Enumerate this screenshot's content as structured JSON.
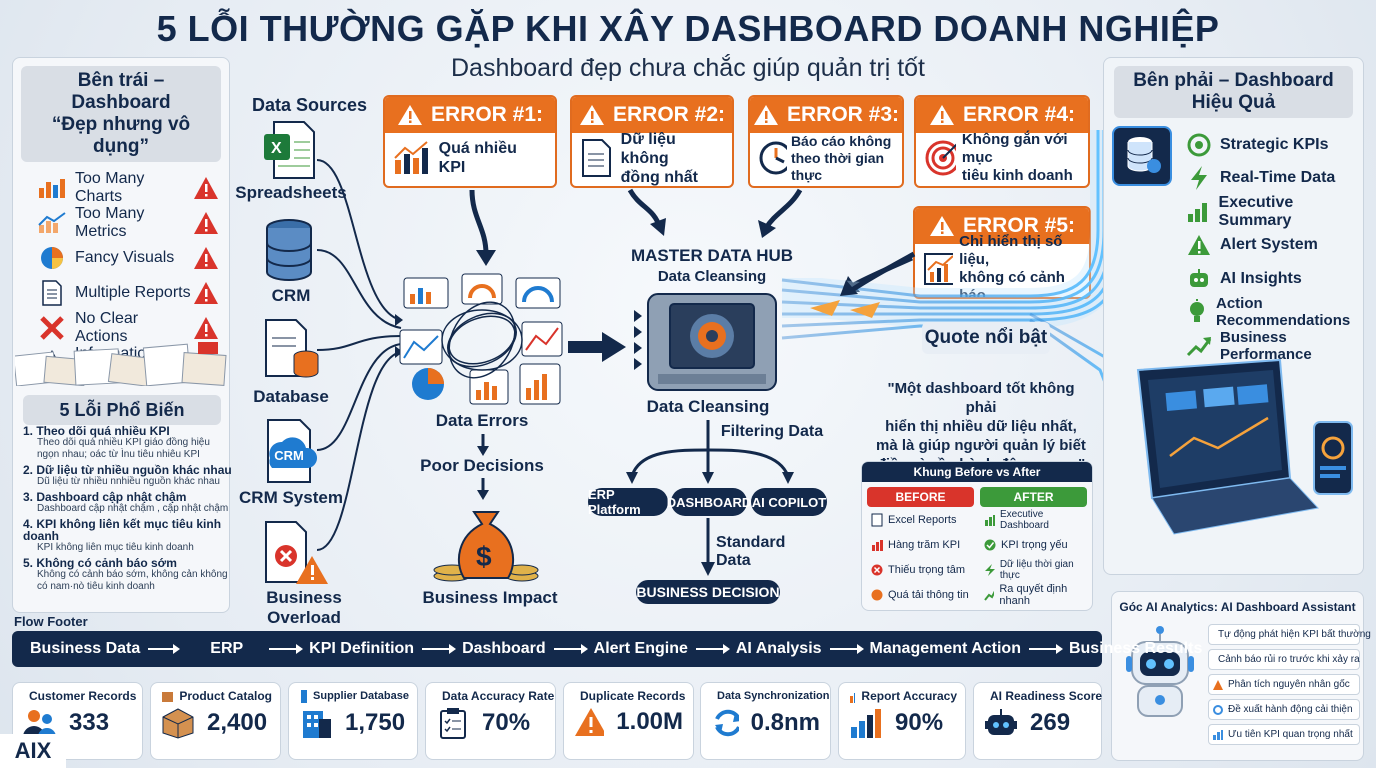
{
  "title": "5 LỖI THƯỜNG GẶP KHI XÂY DASHBOARD DOANH NGHIỆP",
  "subtitle": "Dashboard đẹp chưa chắc giúp quản trị tốt",
  "left_panel": {
    "heading": "Bên trái – Dashboard\n“Đẹp nhưng vô dụng”",
    "items": [
      {
        "label": "Too Many Charts",
        "icon": "bar-chart-icon"
      },
      {
        "label": "Too Many Metrics",
        "icon": "line-chart-icon"
      },
      {
        "label": "Fancy Visuals",
        "icon": "pie-chart-icon"
      },
      {
        "label": "Multiple Reports",
        "icon": "document-icon"
      },
      {
        "label": "No Clear Actions",
        "icon": "red-x-icon"
      },
      {
        "label": "Information Overload",
        "icon": "warning-icon"
      }
    ],
    "errors_heading": "5 Lỗi Phổ Biến",
    "errors": [
      {
        "title": "1. Theo dõi quá nhiều KPI",
        "desc": "Theo dõi quá nhiều KPI giáo đồng hiệu ngọn nhau; oác từ Ìnu tiêu nhiêu KPI"
      },
      {
        "title": "2. Dữ liệu từ nhiều nguồn khác nhau",
        "desc": "Dũ liệu từ nhiều nnhiều nguồn khác nhau"
      },
      {
        "title": "3. Dashboard cập nhật chậm",
        "desc": "Dashboard cập nhật chậm , cập nhật chậm"
      },
      {
        "title": "4. KPI không liên kết mục tiêu kinh doanh",
        "desc": "KPI không liên mục tiêu kinh doanh"
      },
      {
        "title": "5. Không có cảnh báo sớm",
        "desc": "Không có cảnh báo sớm, không cản không có nam·nò tiêu kinh doanh"
      }
    ]
  },
  "data_sources": {
    "heading": "Data Sources",
    "items": [
      {
        "label": "Spreadsheets"
      },
      {
        "label": "CRM"
      },
      {
        "label": "Database"
      },
      {
        "label": "CRM System",
        "badge": "CRM"
      },
      {
        "label": "Business Overload"
      }
    ]
  },
  "errors_top": [
    {
      "header": "ERROR #1:",
      "text": "Quá nhiều KPI"
    },
    {
      "header": "ERROR #2:",
      "text": "Dữ liệu không\nđồng nhất"
    },
    {
      "header": "ERROR #3:",
      "text": "Báo cáo không\ntheo thời gian thực"
    },
    {
      "header": "ERROR #4:",
      "text": "Không gắn với mục\ntiêu kinh doanh"
    },
    {
      "header": "ERROR #5:",
      "text": "Chỉ hiển thị số liệu,\nkhông có cảnh báo"
    }
  ],
  "center": {
    "data_errors": "Data Errors",
    "poor_decisions": "Poor Decisions",
    "business_impact": "Business Impact",
    "hub_title": "MASTER DATA HUB",
    "hub_sub": "Data Cleansing",
    "cleansing": "Data Cleansing",
    "filtering": "Filtering Data",
    "outputs": [
      "ERP Platform",
      "DASHBOARD",
      "AI COPILOT"
    ],
    "standard": "Standard Data",
    "decision": "BUSINESS DECISION"
  },
  "quote": {
    "label": "Quote nổi bật",
    "text": "\"Một dashboard tốt không phải\nhiển thị nhiều dữ liệu nhất,\nmà là giúp người quản lý biết\nđiều gì cần hành động ngay.\""
  },
  "right_panel": {
    "heading": "Bên phải – Dashboard\nHiệu Quả",
    "items": [
      {
        "label": "Strategic KPIs",
        "icon": "target-icon"
      },
      {
        "label": "Real-Time Data",
        "icon": "lightning-icon"
      },
      {
        "label": "Executive Summary",
        "icon": "bar-chart-icon"
      },
      {
        "label": "Alert System",
        "icon": "alert-triangle-icon"
      },
      {
        "label": "AI Insights",
        "icon": "robot-icon"
      },
      {
        "label": "Action Recommendations",
        "icon": "lightbulb-icon"
      },
      {
        "label": "Business Performance",
        "icon": "trend-up-icon"
      }
    ]
  },
  "before_after": {
    "heading": "Khung Before vs After",
    "before_label": "BEFORE",
    "after_label": "AFTER",
    "before": [
      "Excel Reports",
      "Hàng trăm KPI",
      "Thiếu trọng tâm",
      "Quá tải thông tin"
    ],
    "after": [
      "Executive Dashboard",
      "KPI trọng yếu",
      "Dữ liệu thời gian thực",
      "Ra quyết định nhanh"
    ]
  },
  "ai_panel": {
    "heading": "Góc AI Analytics: AI Dashboard Assistant",
    "items": [
      "Tự động phát hiện KPI bất thường",
      "Cảnh báo rủi ro trước khi xảy ra",
      "Phân tích nguyên nhân gốc",
      "Đề xuất hành động cải thiện",
      "Ưu tiên KPI quan trọng nhất"
    ]
  },
  "flow": {
    "label": "Flow Footer",
    "steps": [
      "Business Data",
      "ERP",
      "KPI Definition",
      "Dashboard",
      "Alert Engine",
      "AI Analysis",
      "Management Action",
      "Business Results"
    ]
  },
  "metrics": [
    {
      "label": "Customer Records",
      "value": "333"
    },
    {
      "label": "Product Catalog",
      "value": "2,400"
    },
    {
      "label": "Supplier Database",
      "value": "1,750"
    },
    {
      "label": "Data Accuracy Rate",
      "value": "70%"
    },
    {
      "label": "Duplicate Records",
      "value": "1.00M"
    },
    {
      "label": "Data Synchronization",
      "value": "0.8nm"
    },
    {
      "label": "Report Accuracy",
      "value": "90%"
    },
    {
      "label": "AI Readiness Score",
      "value": "269"
    }
  ],
  "logo": "AIX",
  "colors": {
    "navy": "#13294b",
    "orange": "#e8701f",
    "red": "#d9342b",
    "green": "#3c9a3a",
    "blue": "#1f7bd0"
  }
}
